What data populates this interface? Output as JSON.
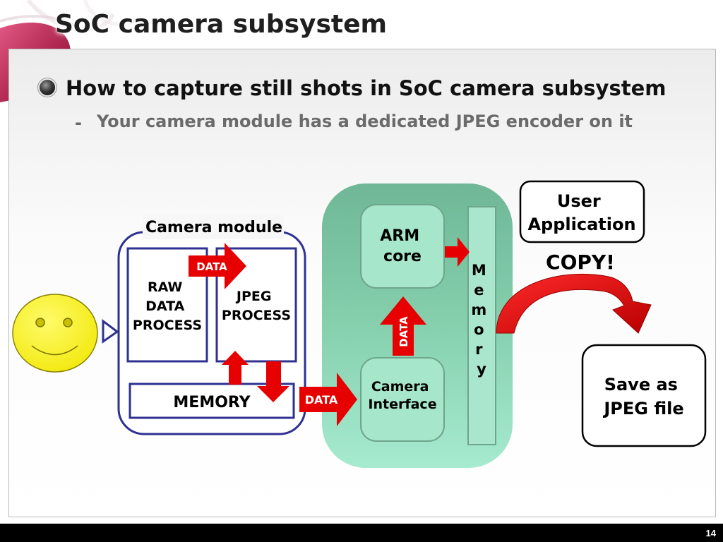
{
  "slide": {
    "title": "SoC camera subsystem",
    "page_number": "14"
  },
  "bullets": {
    "main": "How to capture still shots in SoC camera subsystem",
    "dash": "-",
    "sub": "Your camera module has a dedicated JPEG encoder on it"
  },
  "diagram": {
    "camera_module_label": "Camera module",
    "raw_data_process_lines": [
      "RAW",
      "DATA",
      "PROCESS"
    ],
    "jpeg_process_lines": [
      "JPEG",
      "PROCESS"
    ],
    "memory_label": "MEMORY",
    "data_label": "DATA",
    "arm_core_lines": [
      "ARM",
      "core"
    ],
    "camera_interface_lines": [
      "Camera",
      "Interface"
    ],
    "soc_memory_letters": [
      "M",
      "e",
      "m",
      "o",
      "r",
      "y"
    ],
    "user_application_lines": [
      "User",
      "Application"
    ],
    "copy_label": "COPY!",
    "save_lines": [
      "Save as",
      "JPEG file"
    ]
  },
  "colors": {
    "data_arrow": "#e60000",
    "soc_block": "#86d4b4",
    "camera_module_border": "#2e3192",
    "smiley_face": "#f7f01c"
  },
  "icons": {
    "smiley": "smiley-face-icon",
    "bullet": "round-bullet-icon"
  }
}
